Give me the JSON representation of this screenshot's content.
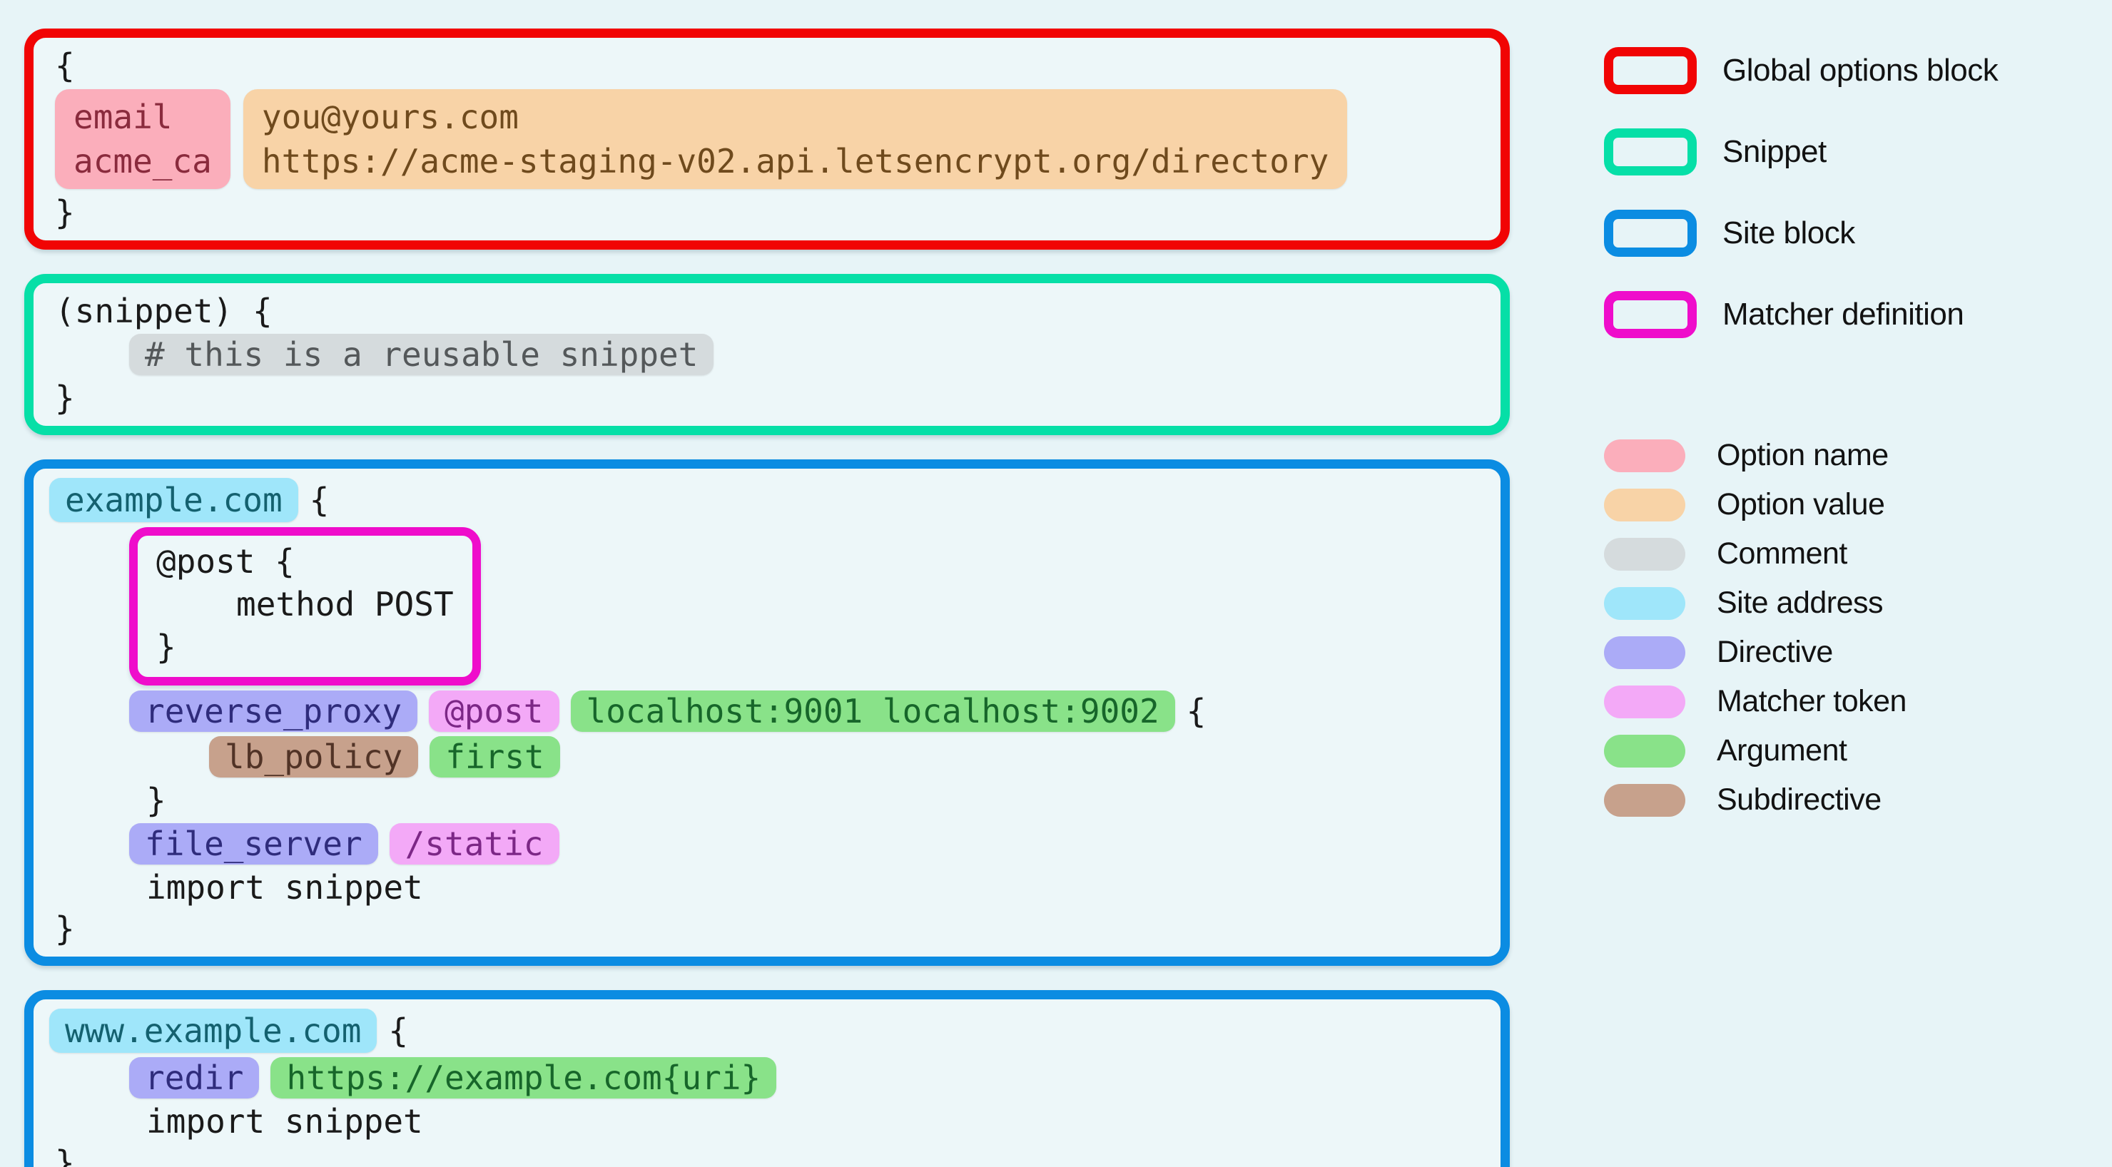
{
  "page_background": "#E7F4F7",
  "panel_background": "#EDF7F9",
  "code_text_color": "#1A1A1A",
  "blocks": {
    "global": {
      "kind": "Global options block",
      "border_color": "#F10404",
      "open_brace": "{",
      "close_brace": "}",
      "option_names": [
        "email",
        "acme_ca"
      ],
      "option_values": [
        "you@yours.com",
        "https://acme-staging-v02.api.letsencrypt.org/directory"
      ]
    },
    "snippet": {
      "kind": "Snippet",
      "border_color": "#06DFA7",
      "header": "(snippet) {",
      "comment": "# this is a reusable snippet",
      "close_brace": "}"
    },
    "site1": {
      "kind": "Site block",
      "border_color": "#0B8CE2",
      "address": "example.com",
      "open_brace": "{",
      "matcher_definition": {
        "kind": "Matcher definition",
        "border_color": "#EF0DCB",
        "header": "@post {",
        "body": "method POST",
        "close_brace": "}"
      },
      "line_reverse_proxy": {
        "directive": "reverse_proxy",
        "matcher_token": "@post",
        "argument": "localhost:9001 localhost:9002",
        "open_brace": "{"
      },
      "line_lb_policy": {
        "subdirective": "lb_policy",
        "argument": "first"
      },
      "inner_close_brace": "}",
      "line_file_server": {
        "directive": "file_server",
        "matcher_token": "/static"
      },
      "import_line": "import snippet",
      "close_brace": "}"
    },
    "site2": {
      "kind": "Site block",
      "border_color": "#0B8CE2",
      "address": "www.example.com",
      "open_brace": "{",
      "line_redir": {
        "directive": "redir",
        "argument": "https://example.com{uri}"
      },
      "import_line": "import snippet",
      "close_brace": "}"
    }
  },
  "legend": {
    "outline_items": [
      {
        "label": "Global options block",
        "color": "#F10404"
      },
      {
        "label": "Snippet",
        "color": "#06DFA7"
      },
      {
        "label": "Site block",
        "color": "#0B8CE2"
      },
      {
        "label": "Matcher definition",
        "color": "#EF0DCB"
      }
    ],
    "token_items": [
      {
        "label": "Option name",
        "bg": "#FBAEBB",
        "text_color": "#8A2B3D"
      },
      {
        "label": "Option value",
        "bg": "#F8D3A7",
        "text_color": "#6F4A1D"
      },
      {
        "label": "Comment",
        "bg": "#D5DBDD",
        "text_color": "#54585A"
      },
      {
        "label": "Site address",
        "bg": "#9FE6FA",
        "text_color": "#14616F"
      },
      {
        "label": "Directive",
        "bg": "#ABABF7",
        "text_color": "#2F2C7C"
      },
      {
        "label": "Matcher token",
        "bg": "#F3A9F7",
        "text_color": "#7C2786"
      },
      {
        "label": "Argument",
        "bg": "#89E289",
        "text_color": "#17662A"
      },
      {
        "label": "Subdirective",
        "bg": "#C7A18C",
        "text_color": "#513326"
      }
    ]
  }
}
